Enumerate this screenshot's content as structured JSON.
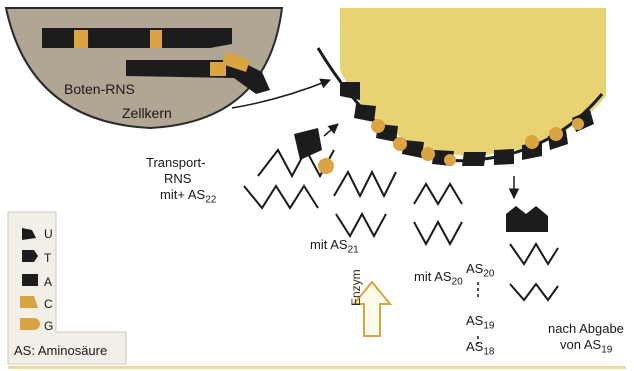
{
  "labels": {
    "messenger_rna": "Boten-RNS",
    "nucleus": "Zellkern",
    "transfer_rna_line1": "Transport-",
    "transfer_rna_line2": "RNS",
    "transfer_rna_line3_prefix": "mit",
    "transfer_rna_line3_as": "AS",
    "transfer_rna_line3_sub": "22",
    "with_as21_prefix": "mit AS",
    "with_as21_sub": "21",
    "with_as20_prefix": "mit AS",
    "with_as20_sub": "20",
    "chain_as20": "AS",
    "chain_as20_sub": "20",
    "chain_as19": "AS",
    "chain_as19_sub": "19",
    "chain_as18": "AS",
    "chain_as18_sub": "18",
    "enzyme": "Enzym",
    "after_release_line1": "nach Abgabe",
    "after_release_line2_prefix": "von AS",
    "after_release_line2_sub": "19"
  },
  "legend": {
    "bases": [
      "U",
      "T",
      "A",
      "C",
      "G"
    ],
    "footer": "AS: Aminosäure"
  },
  "colors": {
    "ribosome": "#e8d273",
    "nucleus": "#b1a594",
    "base_dark": "#1c1c1c",
    "base_gold": "#d9a441",
    "legend_bg": "#f2eee8",
    "bottom_rule": "#f0d9a0"
  }
}
